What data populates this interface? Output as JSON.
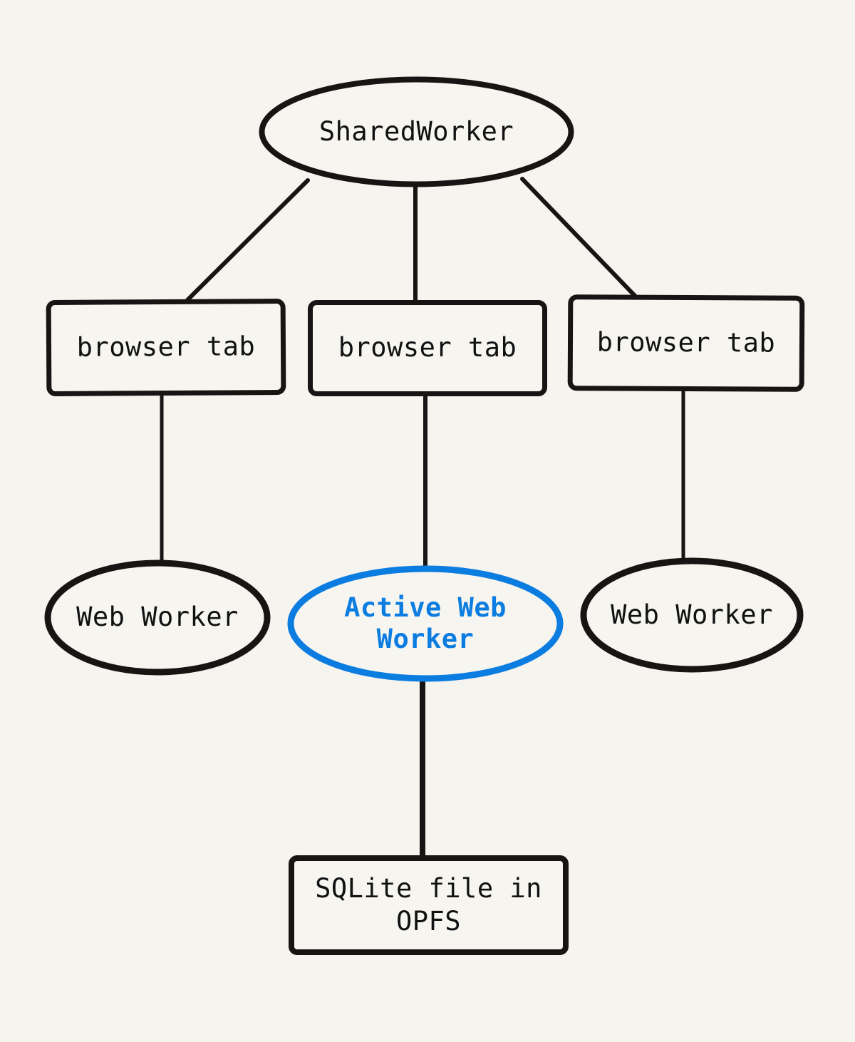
{
  "diagram": {
    "colors": {
      "background": "#f5f4ef",
      "ink": "#161513",
      "active_accent": "#0b7ce0"
    },
    "nodes": {
      "shared_worker": {
        "label": "SharedWorker",
        "shape": "ellipse"
      },
      "browser_tab_left": {
        "label": "browser tab",
        "shape": "rectangle"
      },
      "browser_tab_center": {
        "label": "browser tab",
        "shape": "rectangle"
      },
      "browser_tab_right": {
        "label": "browser tab",
        "shape": "rectangle"
      },
      "web_worker_left": {
        "label": "Web Worker",
        "shape": "ellipse"
      },
      "active_web_worker": {
        "label": "Active Web Worker",
        "shape": "ellipse",
        "highlighted": true
      },
      "web_worker_right": {
        "label": "Web Worker",
        "shape": "ellipse"
      },
      "sqlite_file": {
        "label": "SQLite file in OPFS",
        "shape": "rectangle"
      }
    },
    "edges": [
      {
        "from": "shared_worker",
        "to": "browser_tab_left"
      },
      {
        "from": "shared_worker",
        "to": "browser_tab_center"
      },
      {
        "from": "shared_worker",
        "to": "browser_tab_right"
      },
      {
        "from": "browser_tab_left",
        "to": "web_worker_left"
      },
      {
        "from": "browser_tab_center",
        "to": "active_web_worker"
      },
      {
        "from": "browser_tab_right",
        "to": "web_worker_right"
      },
      {
        "from": "active_web_worker",
        "to": "sqlite_file"
      }
    ]
  }
}
